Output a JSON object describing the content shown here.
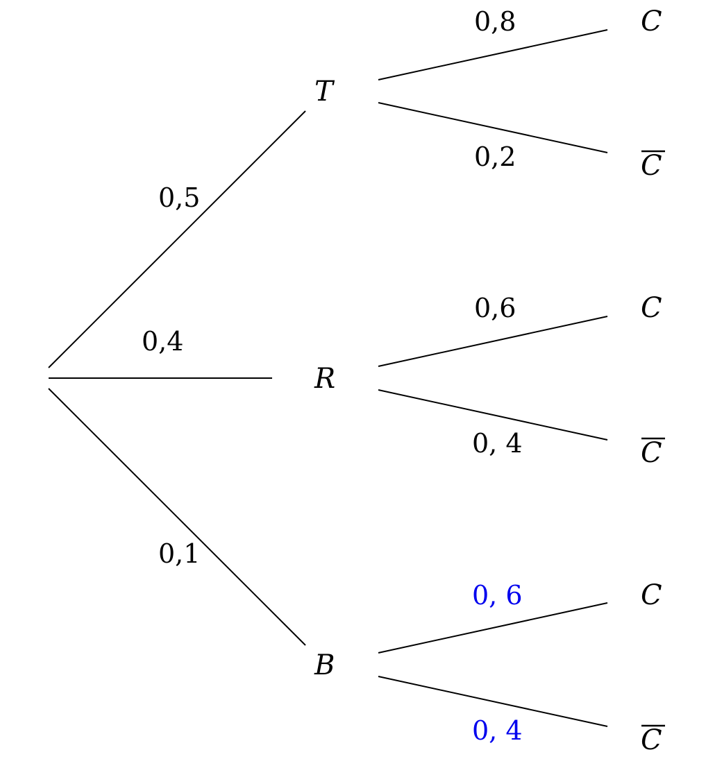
{
  "tree": {
    "level1": [
      {
        "node": "T",
        "prob": "0,5"
      },
      {
        "node": "R",
        "prob": "0,4"
      },
      {
        "node": "B",
        "prob": "0,1"
      }
    ],
    "level2": {
      "T": [
        {
          "node": "C",
          "complement": false,
          "prob": "0,8"
        },
        {
          "node": "C",
          "complement": true,
          "prob": "0,2"
        }
      ],
      "R": [
        {
          "node": "C",
          "complement": false,
          "prob": "0,6"
        },
        {
          "node": "C",
          "complement": true,
          "prob": "0, 4"
        }
      ],
      "B": [
        {
          "node": "C",
          "complement": false,
          "prob": "0, 6"
        },
        {
          "node": "C",
          "complement": true,
          "prob": "0, 4"
        }
      ]
    },
    "colors": {
      "line": "#000000",
      "text": "#000000",
      "highlight": "#0000ee"
    }
  }
}
